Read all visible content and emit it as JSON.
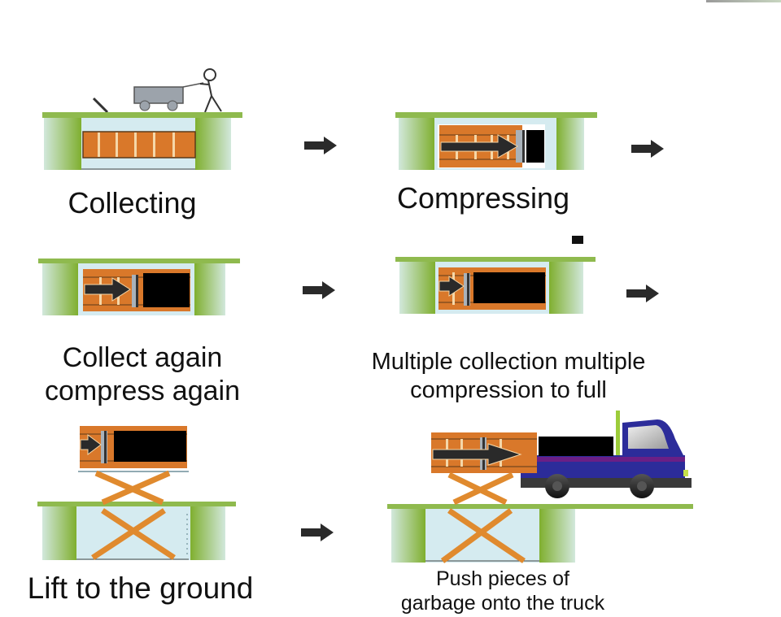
{
  "diagram": {
    "title": "",
    "colors": {
      "platform": "#8fba4e",
      "pillar_dark": "#7fae2e",
      "pillar_light": "#cfe6d8",
      "pit": "#d5ebf0",
      "bin_orange": "#d9782a",
      "bin_slat": "#f5d7a8",
      "arrow": "#2a2a2a",
      "garbage": "#000000",
      "scissor": "#e08a2e",
      "truck_body": "#2c2c9a",
      "truck_stripe": "#6a1f86",
      "cart_gray": "#9ca3ab"
    },
    "steps": [
      {
        "id": 1,
        "label": "Collecting",
        "icons": [
          "platform-icon",
          "cart-icon",
          "person-icon",
          "bin-icon"
        ]
      },
      {
        "id": 2,
        "label": "Compressing",
        "icons": [
          "platform-icon",
          "bin-icon",
          "compress-arrow-icon",
          "garbage-block-icon"
        ]
      },
      {
        "id": 3,
        "label_line1": "Collect again",
        "label_line2": "compress again",
        "icons": [
          "platform-icon",
          "bin-icon",
          "compress-arrow-icon",
          "garbage-block-icon"
        ]
      },
      {
        "id": 4,
        "label_line1": "Multiple collection multiple",
        "label_line2": "compression to full",
        "icons": [
          "platform-icon",
          "bin-icon",
          "compress-arrow-icon",
          "garbage-block-icon"
        ]
      },
      {
        "id": 5,
        "label": "Lift to the ground",
        "icons": [
          "platform-icon",
          "scissor-lift-icon",
          "bin-icon",
          "garbage-block-icon"
        ]
      },
      {
        "id": 6,
        "label_line1": "Push pieces of",
        "label_line2": "garbage onto the truck",
        "icons": [
          "platform-icon",
          "scissor-lift-icon",
          "bin-icon",
          "truck-icon"
        ]
      }
    ],
    "flow_arrows": [
      "step1-to-step2",
      "step2-to-step3",
      "step3-to-step4",
      "step4-to-step5",
      "step5-to-step6"
    ]
  }
}
